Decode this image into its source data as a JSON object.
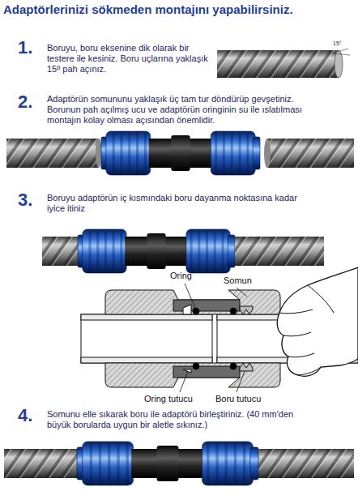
{
  "diagram": {
    "title": "Adaptörlerinizi sökmeden montajını yapabilirsiniz.",
    "labels": [
      "1.",
      "Boruyu, boru eksenine dik olarak bir testere ile kesiniz. Boru uçlarına yaklaşık 15º pah açınız.",
      "15°",
      "2.",
      "Adaptörün somununu yaklaşık üç tam tur döndürüp gevşetiniz. Borunun pah açılmış ucu ve adaptörün oringinin su ile ıslatılması montajın kolay olması açısından önemlidir.",
      "3.",
      "Boruyu adaptörün iç kısmındaki boru dayanma noktasına kadar iyice itiniz",
      "Oring",
      "Somun",
      "Oring tutucu",
      "Boru tutucu",
      "4.",
      "Somunu elle sıkarak boru ile adaptörü birleştiriniz. (40 mm'den büyük borularda uygun bir aletle sıkınız.)"
    ]
  }
}
